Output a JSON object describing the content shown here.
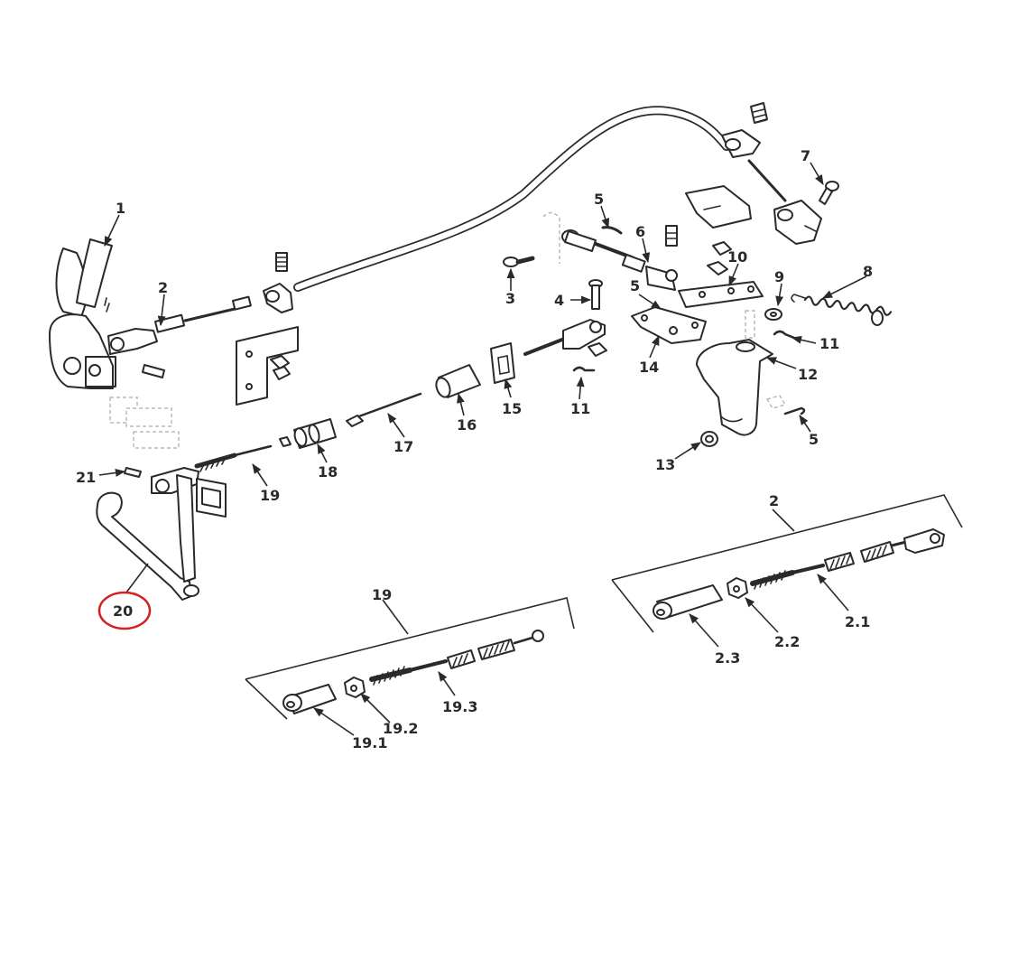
{
  "labels": {
    "1": "1",
    "2": "2",
    "3": "3",
    "4": "4",
    "5": "5",
    "6": "6",
    "7": "7",
    "8": "8",
    "9": "9",
    "10": "10",
    "11": "11",
    "12": "12",
    "13": "13",
    "14": "14",
    "15": "15",
    "16": "16",
    "17": "17",
    "18": "18",
    "19": "19",
    "20": "20",
    "21": "21",
    "2_1": "2.1",
    "2_2": "2.2",
    "2_3": "2.3",
    "19_1": "19.1",
    "19_2": "19.2",
    "19_3": "19.3"
  },
  "highlight": {
    "part": "20",
    "color": "#d42020"
  }
}
